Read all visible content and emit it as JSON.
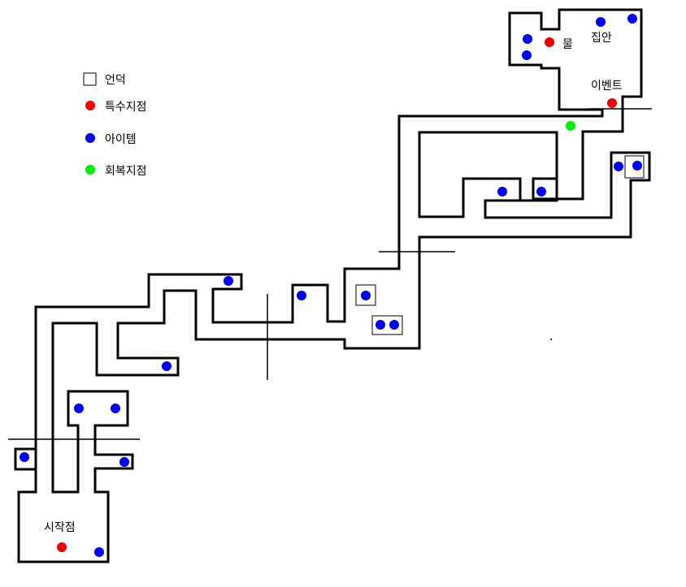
{
  "legend": {
    "hill": "언덕",
    "special": "특수지점",
    "item": "아이템",
    "heal": "회복지점"
  },
  "labels": {
    "start": "시작점",
    "water": "물",
    "home": "집안",
    "event": "이벤트"
  },
  "colors": {
    "special": "#ee0000",
    "item": "#0000ee",
    "heal": "#00ee00",
    "wall": "#000000"
  },
  "markers": {
    "items": [
      [
        30,
        563
      ],
      [
        97,
        503
      ],
      [
        142,
        503
      ],
      [
        153,
        569
      ],
      [
        122,
        680
      ],
      [
        205,
        451
      ],
      [
        281,
        346
      ],
      [
        371,
        364
      ],
      [
        450,
        364
      ],
      [
        468,
        400
      ],
      [
        485,
        400
      ],
      [
        618,
        236
      ],
      [
        666,
        236
      ],
      [
        761,
        205
      ],
      [
        784,
        204
      ],
      [
        649,
        48
      ],
      [
        648,
        68
      ],
      [
        739,
        27
      ],
      [
        778,
        23
      ]
    ],
    "specials": [
      [
        76,
        674
      ],
      [
        676,
        52
      ],
      [
        753,
        127
      ]
    ],
    "heals": [
      [
        702,
        155
      ]
    ]
  }
}
